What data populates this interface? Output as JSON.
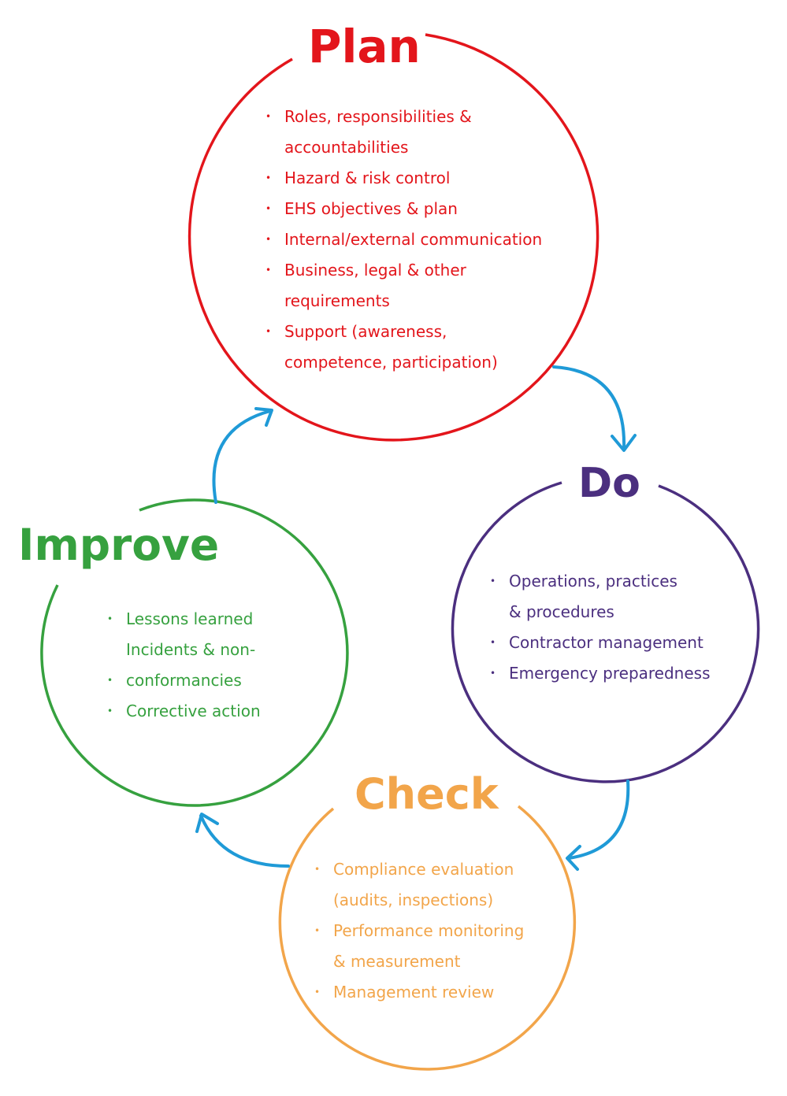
{
  "colors": {
    "plan": "#e3151b",
    "do": "#4b2f7f",
    "check": "#f2a54a",
    "improve": "#36a13f",
    "arrow": "#1f9ad7"
  },
  "plan": {
    "title": "Plan",
    "items": [
      {
        "text": "Roles, responsibilities &",
        "bullet": true
      },
      {
        "text": "accountabilities",
        "bullet": false
      },
      {
        "text": "Hazard & risk control",
        "bullet": true
      },
      {
        "text": "EHS objectives & plan",
        "bullet": true
      },
      {
        "text": "Internal/external communication",
        "bullet": true
      },
      {
        "text": "Business, legal & other",
        "bullet": true
      },
      {
        "text": "requirements",
        "bullet": false
      },
      {
        "text": "Support (awareness,",
        "bullet": true
      },
      {
        "text": "competence, participation)",
        "bullet": false
      }
    ]
  },
  "do": {
    "title": "Do",
    "items": [
      {
        "text": "Operations, practices",
        "bullet": true
      },
      {
        "text": "& procedures",
        "bullet": false
      },
      {
        "text": "Contractor management",
        "bullet": true
      },
      {
        "text": "Emergency preparedness",
        "bullet": true
      }
    ]
  },
  "check": {
    "title": "Check",
    "items": [
      {
        "text": "Compliance evaluation",
        "bullet": true
      },
      {
        "text": "(audits, inspections)",
        "bullet": false
      },
      {
        "text": "Performance monitoring",
        "bullet": true
      },
      {
        "text": "& measurement",
        "bullet": false
      },
      {
        "text": "Management review",
        "bullet": true
      }
    ]
  },
  "improve": {
    "title": "Improve",
    "items": [
      {
        "text": "Lessons learned",
        "bullet": true
      },
      {
        "text": "Incidents & non-",
        "bullet": false
      },
      {
        "text": "conformancies",
        "bullet": true
      },
      {
        "text": "Corrective action",
        "bullet": true
      }
    ]
  }
}
